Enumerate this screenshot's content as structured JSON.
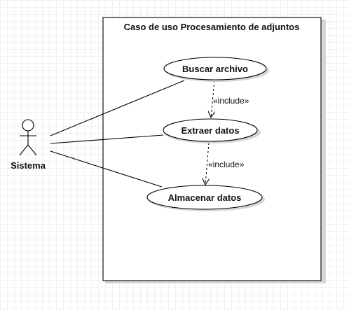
{
  "system": {
    "title": "Caso de uso Procesamiento de adjuntos"
  },
  "actor": {
    "name": "Sistema"
  },
  "use_cases": [
    {
      "label": "Buscar archivo"
    },
    {
      "label": "Extraer datos"
    },
    {
      "label": "Almacenar datos"
    }
  ],
  "relations": [
    {
      "stereotype": "«include»"
    },
    {
      "stereotype": "«include»"
    }
  ],
  "colors": {
    "line": "#000000",
    "fill": "#ffffff",
    "shadow": "#d6d6d6"
  }
}
